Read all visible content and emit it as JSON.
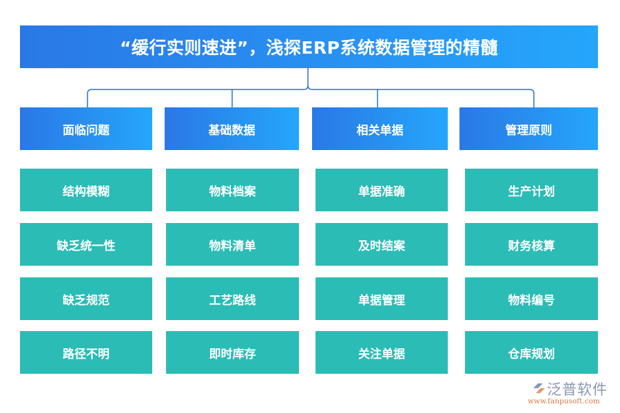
{
  "title": "“缓行实则速进”，浅探ERP系统数据管理的精髓",
  "columns": [
    {
      "header": "面临问题",
      "items": [
        "结构模糊",
        "缺乏统一性",
        "缺乏规范",
        "路径不明"
      ]
    },
    {
      "header": "基础数据",
      "items": [
        "物料档案",
        "物料清单",
        "工艺路线",
        "即时库存"
      ]
    },
    {
      "header": "相关单据",
      "items": [
        "单据准确",
        "及时结案",
        "单据管理",
        "关注单据"
      ]
    },
    {
      "header": "管理原则",
      "items": [
        "生产计划",
        "财务核算",
        "物料编号",
        "仓库规划"
      ]
    }
  ],
  "logo": {
    "name": "泛普软件",
    "url": "www.fanpusoft.com"
  },
  "colors": {
    "header_start": "#2a78e6",
    "header_end": "#25a6fb",
    "cell": "#2bbcb6",
    "connector": "#2a6fd0"
  }
}
